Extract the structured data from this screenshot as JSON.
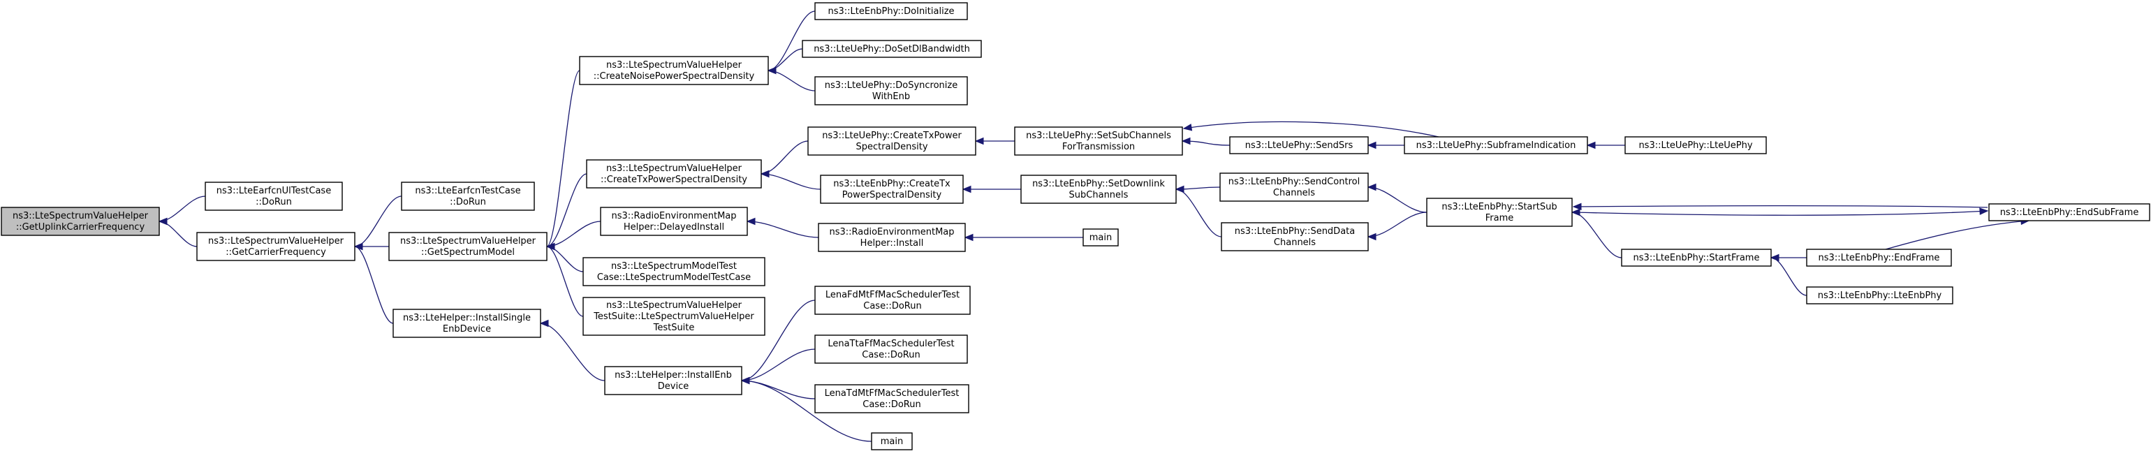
{
  "nodes": [
    {
      "id": "root",
      "lines": [
        "ns3::LteSpectrumValueHelper",
        "::GetUplinkCarrierFrequency"
      ],
      "root": true
    },
    {
      "id": "ulrun",
      "lines": [
        "ns3::LteEarfcnUlTestCase",
        "::DoRun"
      ]
    },
    {
      "id": "gcf",
      "lines": [
        "ns3::LteSpectrumValueHelper",
        "::GetCarrierFrequency"
      ]
    },
    {
      "id": "erun",
      "lines": [
        "ns3::LteEarfcnTestCase",
        "::DoRun"
      ]
    },
    {
      "id": "gsm",
      "lines": [
        "ns3::LteSpectrumValueHelper",
        "::GetSpectrumModel"
      ]
    },
    {
      "id": "ised",
      "lines": [
        "ns3::LteHelper::InstallSingle",
        "EnbDevice"
      ]
    },
    {
      "id": "cnpsd",
      "lines": [
        "ns3::LteSpectrumValueHelper",
        "::CreateNoisePowerSpectralDensity"
      ]
    },
    {
      "id": "ctpsd",
      "lines": [
        "ns3::LteSpectrumValueHelper",
        "::CreateTxPowerSpectralDensity"
      ]
    },
    {
      "id": "remdi",
      "lines": [
        "ns3::RadioEnvironmentMap",
        "Helper::DelayedInstall"
      ]
    },
    {
      "id": "smtc",
      "lines": [
        "ns3::LteSpectrumModelTest",
        "Case::LteSpectrumModelTestCase"
      ]
    },
    {
      "id": "svhts",
      "lines": [
        "ns3::LteSpectrumValueHelper",
        "TestSuite::LteSpectrumValueHelper",
        "TestSuite"
      ]
    },
    {
      "id": "ied",
      "lines": [
        "ns3::LteHelper::InstallEnb",
        "Device"
      ]
    },
    {
      "id": "ediv",
      "lines": [
        "ns3::LteEnbPhy::DoInitialize"
      ]
    },
    {
      "id": "udsdb",
      "lines": [
        "ns3::LteUePhy::DoSetDlBandwidth"
      ]
    },
    {
      "id": "udsync",
      "lines": [
        "ns3::LteUePhy::DoSyncronize",
        "WithEnb"
      ]
    },
    {
      "id": "uctx",
      "lines": [
        "ns3::LteUePhy::CreateTxPower",
        "SpectralDensity"
      ]
    },
    {
      "id": "ectx",
      "lines": [
        "ns3::LteEnbPhy::CreateTx",
        "PowerSpectralDensity"
      ]
    },
    {
      "id": "remi",
      "lines": [
        "ns3::RadioEnvironmentMap",
        "Helper::Install"
      ]
    },
    {
      "id": "fdmt",
      "lines": [
        "LenaFdMtFfMacSchedulerTest",
        "Case::DoRun"
      ]
    },
    {
      "id": "tta",
      "lines": [
        "LenaTtaFfMacSchedulerTest",
        "Case::DoRun"
      ]
    },
    {
      "id": "tdmt",
      "lines": [
        "LenaTdMtFfMacSchedulerTest",
        "Case::DoRun"
      ]
    },
    {
      "id": "main2",
      "lines": [
        "main"
      ]
    },
    {
      "id": "ussc",
      "lines": [
        "ns3::LteUePhy::SetSubChannels",
        "ForTransmission"
      ]
    },
    {
      "id": "esdsc",
      "lines": [
        "ns3::LteEnbPhy::SetDownlink",
        "SubChannels"
      ]
    },
    {
      "id": "main1",
      "lines": [
        "main"
      ]
    },
    {
      "id": "usrs",
      "lines": [
        "ns3::LteUePhy::SendSrs"
      ]
    },
    {
      "id": "esctl",
      "lines": [
        "ns3::LteEnbPhy::SendControl",
        "Channels"
      ]
    },
    {
      "id": "esdat",
      "lines": [
        "ns3::LteEnbPhy::SendData",
        "Channels"
      ]
    },
    {
      "id": "usfi",
      "lines": [
        "ns3::LteUePhy::SubframeIndication"
      ]
    },
    {
      "id": "essf",
      "lines": [
        "ns3::LteEnbPhy::StartSub",
        "Frame"
      ]
    },
    {
      "id": "esf",
      "lines": [
        "ns3::LteEnbPhy::StartFrame"
      ]
    },
    {
      "id": "uphy",
      "lines": [
        "ns3::LteUePhy::LteUePhy"
      ]
    },
    {
      "id": "eesf",
      "lines": [
        "ns3::LteEnbPhy::EndSubFrame"
      ]
    },
    {
      "id": "eef",
      "lines": [
        "ns3::LteEnbPhy::EndFrame"
      ]
    },
    {
      "id": "ephy",
      "lines": [
        "ns3::LteEnbPhy::LteEnbPhy"
      ]
    }
  ],
  "edges": [
    [
      "ulrun",
      "root"
    ],
    [
      "gcf",
      "root"
    ],
    [
      "erun",
      "gcf"
    ],
    [
      "gsm",
      "gcf"
    ],
    [
      "ised",
      "gcf"
    ],
    [
      "cnpsd",
      "gsm"
    ],
    [
      "ctpsd",
      "gsm"
    ],
    [
      "remdi",
      "gsm"
    ],
    [
      "smtc",
      "gsm"
    ],
    [
      "svhts",
      "gsm"
    ],
    [
      "ied",
      "ised"
    ],
    [
      "ediv",
      "cnpsd"
    ],
    [
      "udsdb",
      "cnpsd"
    ],
    [
      "udsync",
      "cnpsd"
    ],
    [
      "uctx",
      "ctpsd"
    ],
    [
      "ectx",
      "ctpsd"
    ],
    [
      "remi",
      "remdi"
    ],
    [
      "fdmt",
      "ied"
    ],
    [
      "tta",
      "ied"
    ],
    [
      "tdmt",
      "ied"
    ],
    [
      "main2",
      "ied"
    ],
    [
      "ussc",
      "uctx"
    ],
    [
      "esdsc",
      "ectx"
    ],
    [
      "main1",
      "remi"
    ],
    [
      "usrs",
      "ussc"
    ],
    [
      "usfi",
      "ussc"
    ],
    [
      "esctl",
      "esdsc"
    ],
    [
      "esdat",
      "esdsc"
    ],
    [
      "usfi",
      "usrs"
    ],
    [
      "uphy",
      "usfi"
    ],
    [
      "essf",
      "esctl"
    ],
    [
      "essf",
      "esdat"
    ],
    [
      "eesf",
      "essf"
    ],
    [
      "esf",
      "essf"
    ],
    [
      "essf",
      "eesf"
    ],
    [
      "eef",
      "esf"
    ],
    [
      "ephy",
      "esf"
    ],
    [
      "eef",
      "eesf"
    ]
  ],
  "colors": {
    "edge": "#191970",
    "root_fill": "#bfbfbf",
    "node_fill": "#ffffff"
  }
}
